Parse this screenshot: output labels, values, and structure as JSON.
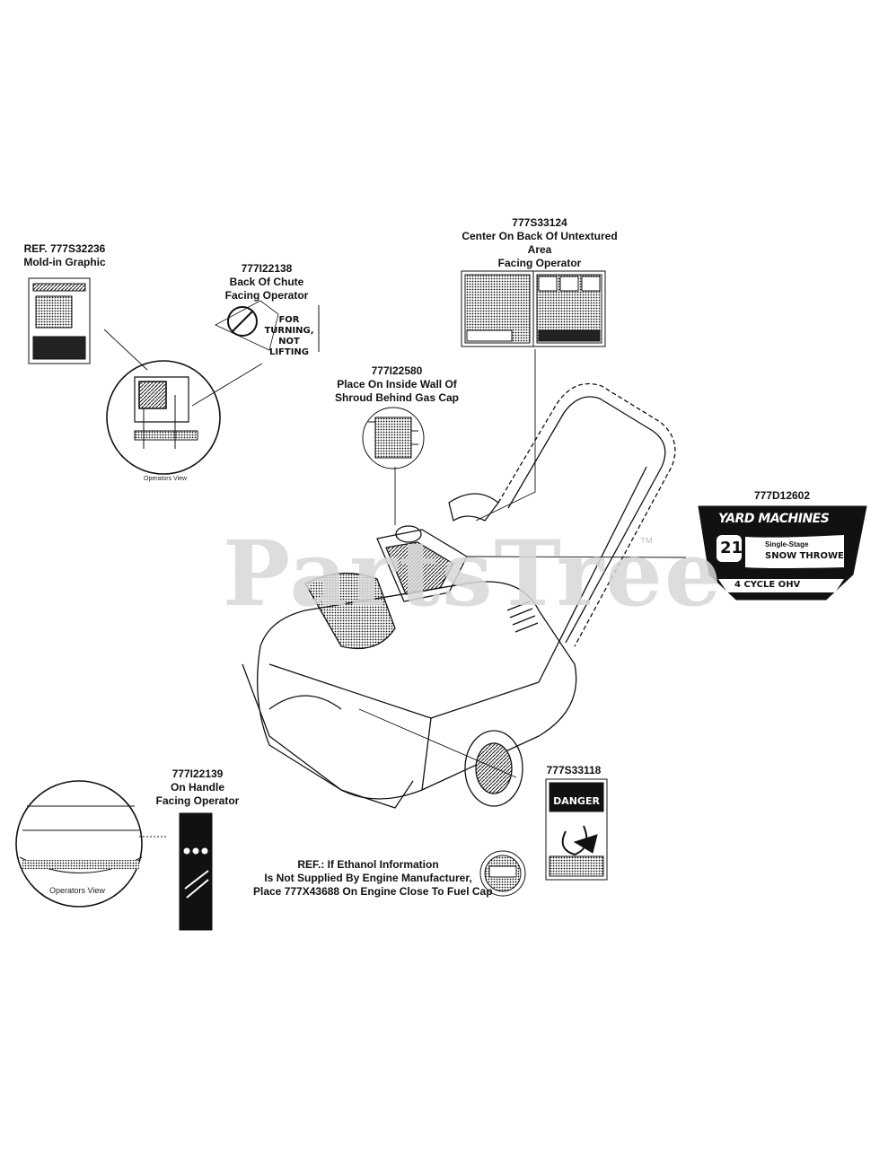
{
  "watermark": {
    "text": "PartsTree",
    "trademark": "™"
  },
  "callouts": {
    "ref_777s32236": {
      "lines": [
        "REF. 777S32236",
        "Mold-in Graphic"
      ]
    },
    "p777i22138": {
      "lines": [
        "777I22138",
        "Back Of Chute",
        "Facing Operator"
      ]
    },
    "p777s33124": {
      "lines": [
        "777S33124",
        "Center On Back Of Untextured",
        "Area",
        "Facing Operator"
      ]
    },
    "p777i22580": {
      "lines": [
        "777I22580",
        "Place On Inside Wall Of",
        "Shroud Behind Gas Cap"
      ]
    },
    "p777d12602": {
      "lines": [
        "777D12602"
      ]
    },
    "p777s33118": {
      "lines": [
        "777S33118"
      ]
    },
    "p777i22139": {
      "lines": [
        "777I22139",
        "On Handle",
        "Facing Operator"
      ]
    },
    "ethanol_ref": {
      "lines": [
        "REF.:  If Ethanol Information",
        "Is Not Supplied By Engine Manufacturer,",
        "Place 777X43688 On Engine Close To Fuel Cap"
      ]
    }
  },
  "views": {
    "operators_view_small": "Operators View",
    "operators_view_large": "Operators View"
  },
  "decals": {
    "chute_decal": {
      "line1": "FOR TURNING,",
      "line2": "NOT LIFTING"
    },
    "brand_decal": {
      "brand": "YARD MACHINES",
      "engine_size": "21",
      "stage": "Single-Stage",
      "product": "SNOW THROWER",
      "cycle": "4 CYCLE OHV"
    },
    "danger_decal": {
      "header": "DANGER"
    }
  },
  "colors": {
    "ink": "#111111",
    "watermark": "#d8d8d8",
    "paper": "#ffffff"
  }
}
